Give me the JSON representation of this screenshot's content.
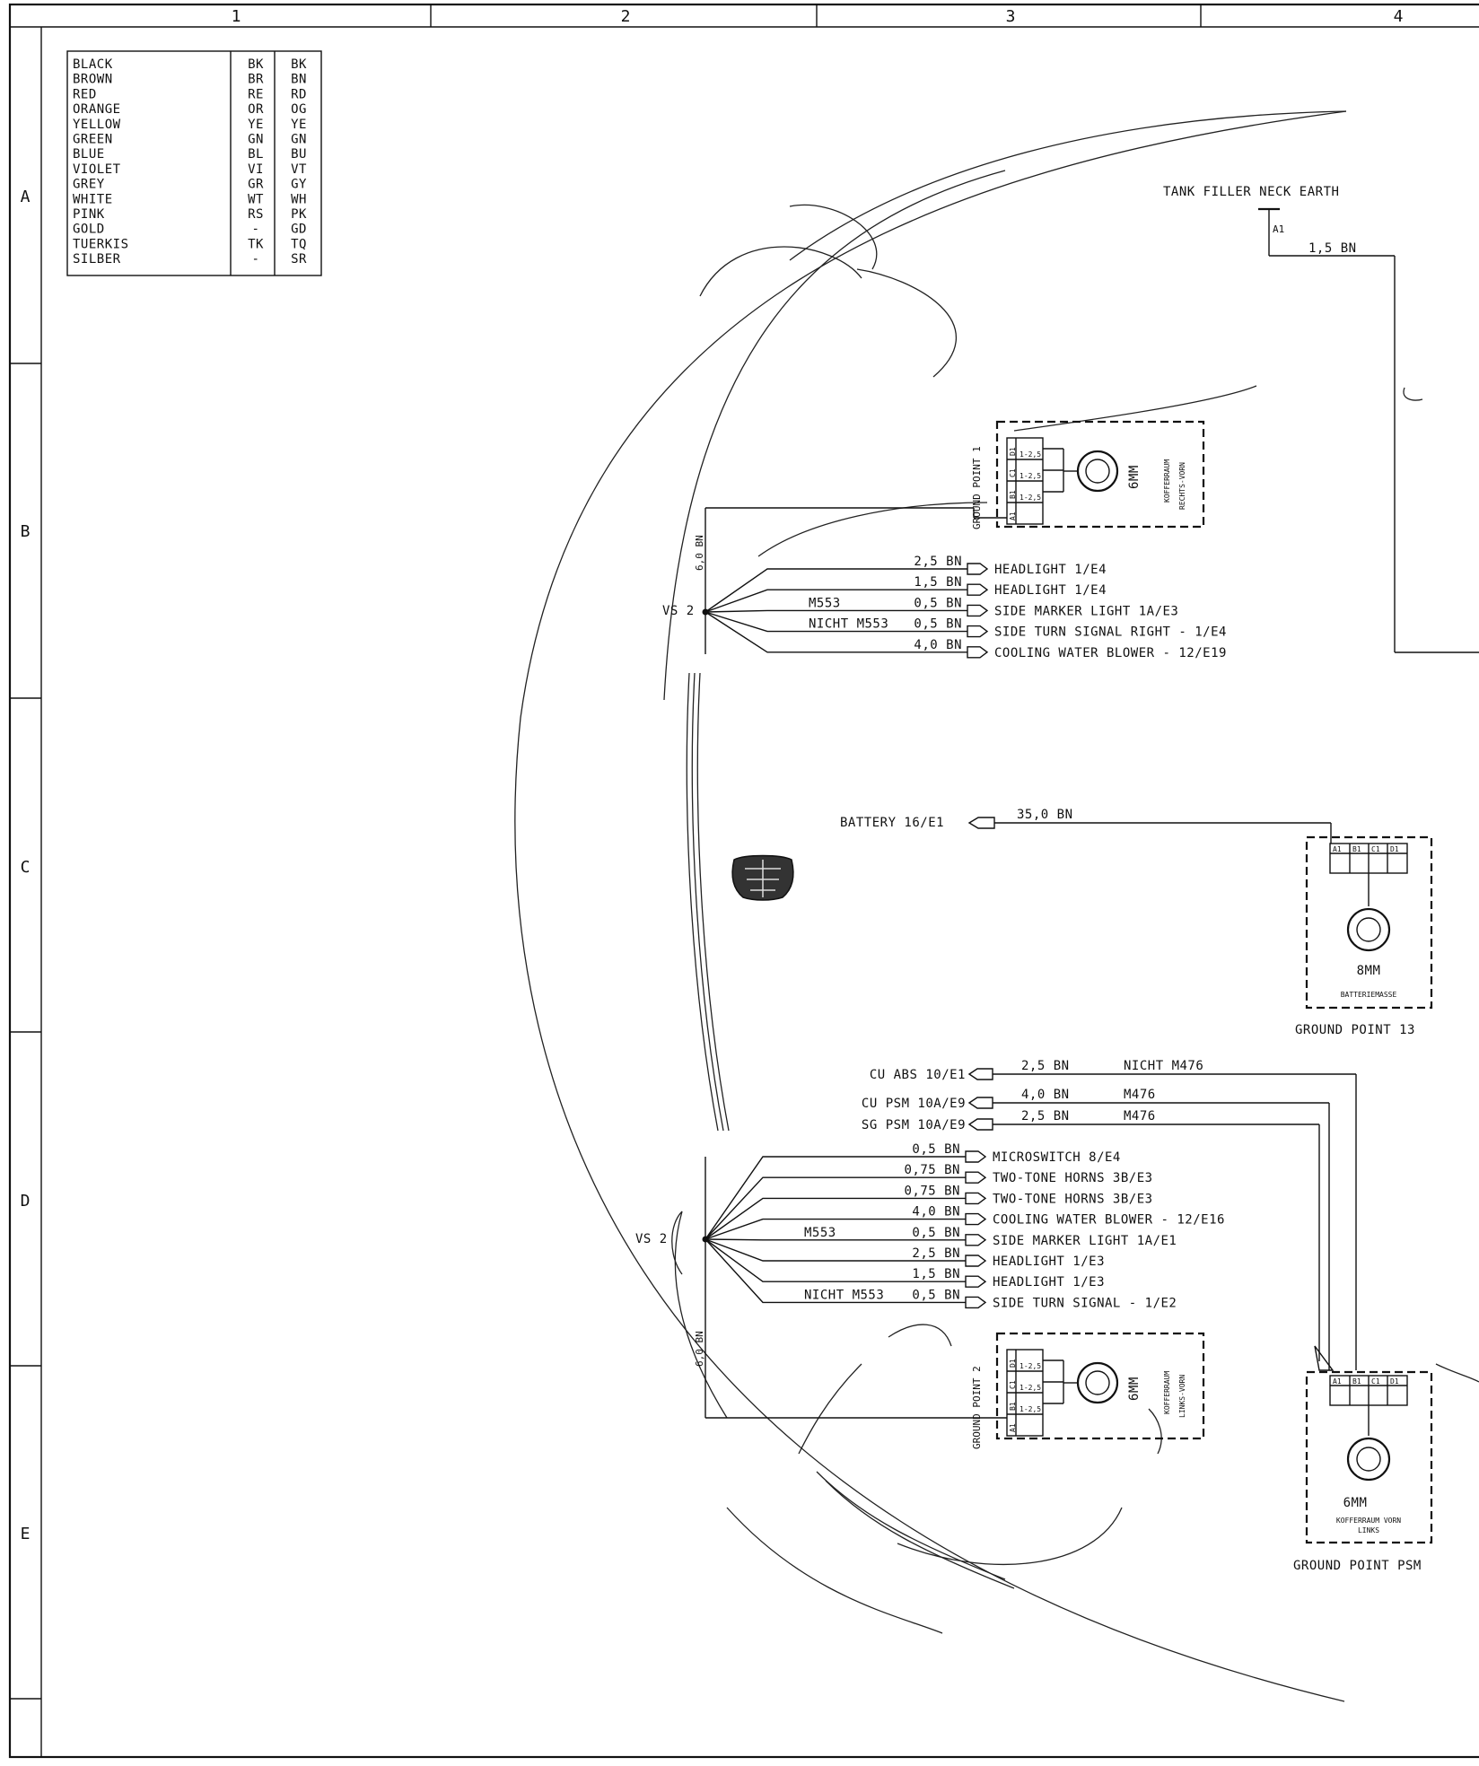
{
  "grid": {
    "columns": [
      "1",
      "2",
      "3",
      "4"
    ],
    "rows": [
      "A",
      "B",
      "C",
      "D",
      "E"
    ]
  },
  "color_legend": [
    {
      "name": "BLACK",
      "de": "BK",
      "en": "BK"
    },
    {
      "name": "BROWN",
      "de": "BR",
      "en": "BN"
    },
    {
      "name": "RED",
      "de": "RE",
      "en": "RD"
    },
    {
      "name": "ORANGE",
      "de": "OR",
      "en": "OG"
    },
    {
      "name": "YELLOW",
      "de": "YE",
      "en": "YE"
    },
    {
      "name": "GREEN",
      "de": "GN",
      "en": "GN"
    },
    {
      "name": "BLUE",
      "de": "BL",
      "en": "BU"
    },
    {
      "name": "VIOLET",
      "de": "VI",
      "en": "VT"
    },
    {
      "name": "GREY",
      "de": "GR",
      "en": "GY"
    },
    {
      "name": "WHITE",
      "de": "WT",
      "en": "WH"
    },
    {
      "name": "PINK",
      "de": "RS",
      "en": "PK"
    },
    {
      "name": "GOLD",
      "de": "-",
      "en": "GD"
    },
    {
      "name": "TUERKIS",
      "de": "TK",
      "en": "TQ"
    },
    {
      "name": "SILBER",
      "de": "-",
      "en": "SR"
    }
  ],
  "tank": {
    "label": "TANK FILLER NECK EARTH",
    "pin": "A1",
    "wire": "1,5 BN"
  },
  "gp1": {
    "label": "GROUND POINT 1",
    "bolt": "6MM",
    "loc1": "KOFFERRAUM",
    "loc2": "RECHTS-VORN",
    "pins": [
      "A1",
      "B1",
      "C1",
      "D1"
    ],
    "pin_tags": [
      "1-2,5",
      "1-2,5",
      "1-2,5"
    ]
  },
  "vs2_top": {
    "label": "VS 2",
    "trunk_wire": "6,0 BN",
    "branches": [
      {
        "option": "",
        "wire": "2,5 BN",
        "dest": "HEADLIGHT  1/E4"
      },
      {
        "option": "",
        "wire": "1,5 BN",
        "dest": "HEADLIGHT  1/E4"
      },
      {
        "option": "M553",
        "wire": "0,5 BN",
        "dest": "SIDE MARKER LIGHT 1A/E3"
      },
      {
        "option": "NICHT M553",
        "wire": "0,5 BN",
        "dest": "SIDE TURN SIGNAL RIGHT - 1/E4"
      },
      {
        "option": "",
        "wire": "4,0 BN",
        "dest": "COOLING WATER BLOWER - 12/E19"
      }
    ]
  },
  "battery": {
    "label": "BATTERY 16/E1",
    "wire": "35,0 BN"
  },
  "gp13": {
    "label": "GROUND POINT 13",
    "bolt": "8MM",
    "loc": "BATTERIEMASSE",
    "pins": [
      "A1",
      "B1",
      "C1",
      "D1"
    ]
  },
  "ecu_wires": [
    {
      "label": "CU ABS 10/E1",
      "wire": "2,5 BN",
      "option": "NICHT M476"
    },
    {
      "label": "CU PSM 10A/E9",
      "wire": "4,0 BN",
      "option": "M476"
    },
    {
      "label": "SG PSM 10A/E9",
      "wire": "2,5 BN",
      "option": "M476"
    }
  ],
  "vs2_bot": {
    "label": "VS 2",
    "trunk_wire": "6,0 BN",
    "branches": [
      {
        "option": "",
        "wire": "0,5 BN",
        "dest": "MICROSWITCH  8/E4"
      },
      {
        "option": "",
        "wire": "0,75 BN",
        "dest": "TWO-TONE HORNS 3B/E3"
      },
      {
        "option": "",
        "wire": "0,75 BN",
        "dest": "TWO-TONE HORNS 3B/E3"
      },
      {
        "option": "",
        "wire": "4,0 BN",
        "dest": "COOLING WATER BLOWER - 12/E16"
      },
      {
        "option": "M553",
        "wire": "0,5 BN",
        "dest": "SIDE MARKER LIGHT 1A/E1"
      },
      {
        "option": "",
        "wire": "2,5 BN",
        "dest": "HEADLIGHT  1/E3"
      },
      {
        "option": "",
        "wire": "1,5 BN",
        "dest": "HEADLIGHT  1/E3"
      },
      {
        "option": "NICHT M553",
        "wire": "0,5 BN",
        "dest": "SIDE TURN SIGNAL - 1/E2"
      }
    ]
  },
  "gp2": {
    "label": "GROUND POINT 2",
    "bolt": "6MM",
    "loc1": "KOFFERRAUM",
    "loc2": "LINKS-VORN",
    "pins": [
      "A1",
      "B1",
      "C1",
      "D1"
    ],
    "pin_tags": [
      "1-2,5",
      "1-2,5",
      "1-2,5"
    ]
  },
  "gppsm": {
    "label": "GROUND POINT PSM",
    "bolt": "6MM",
    "loc1": "KOFFERRAUM VORN",
    "loc2": "LINKS",
    "pins": [
      "A1",
      "B1",
      "C1",
      "D1"
    ]
  }
}
